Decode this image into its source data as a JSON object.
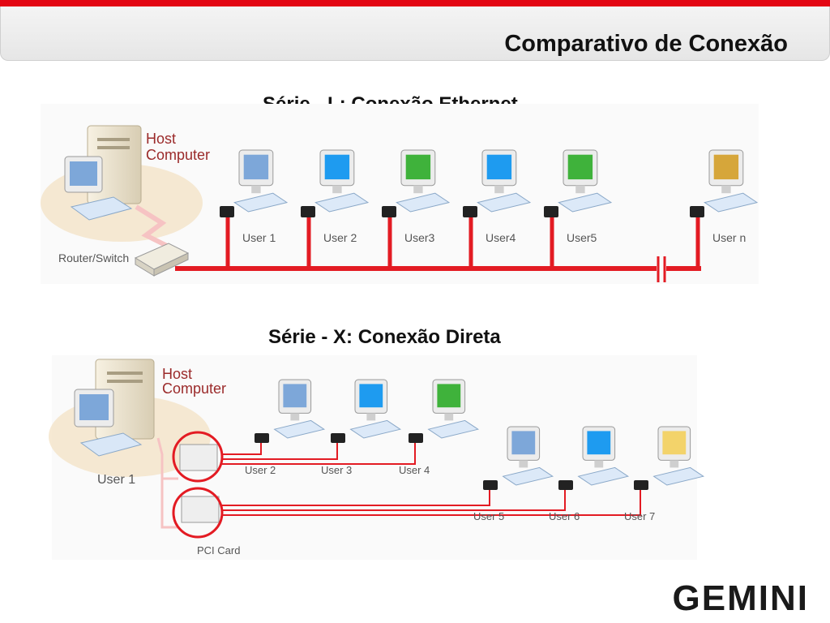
{
  "header": {
    "title": "Comparativo de Conexão"
  },
  "section_l": {
    "title": "Série - L:  Conexão Ethernet",
    "host_label_1": "Host",
    "host_label_2": "Computer",
    "router_label": "Router/Switch",
    "users": [
      {
        "label": "User 1",
        "screen": "#7da7d9"
      },
      {
        "label": "User 2",
        "screen": "#1e9bf0"
      },
      {
        "label": "User3",
        "screen": "#3fb23b"
      },
      {
        "label": "User4",
        "screen": "#1e9bf0"
      },
      {
        "label": "User5",
        "screen": "#3fb23b"
      },
      {
        "label": "User n",
        "screen": "#d6a63a"
      }
    ]
  },
  "section_x": {
    "title": "Série - X:  Conexão Direta",
    "host_label_1": "Host",
    "host_label_2": "Computer",
    "host_user_label": "User 1",
    "pci_label": "PCI Card",
    "users": [
      {
        "label": "User 2",
        "screen": "#7da7d9"
      },
      {
        "label": "User 3",
        "screen": "#1e9bf0"
      },
      {
        "label": "User 4",
        "screen": "#3fb23b"
      },
      {
        "label": "User 5",
        "screen": "#7da7d9"
      },
      {
        "label": "User 6",
        "screen": "#1e9bf0"
      },
      {
        "label": "User 7",
        "screen": "#f3d36a"
      }
    ]
  },
  "colors": {
    "accent": "#e30613",
    "link": "#e31b23"
  },
  "logo": {
    "text": "GEMINI"
  }
}
